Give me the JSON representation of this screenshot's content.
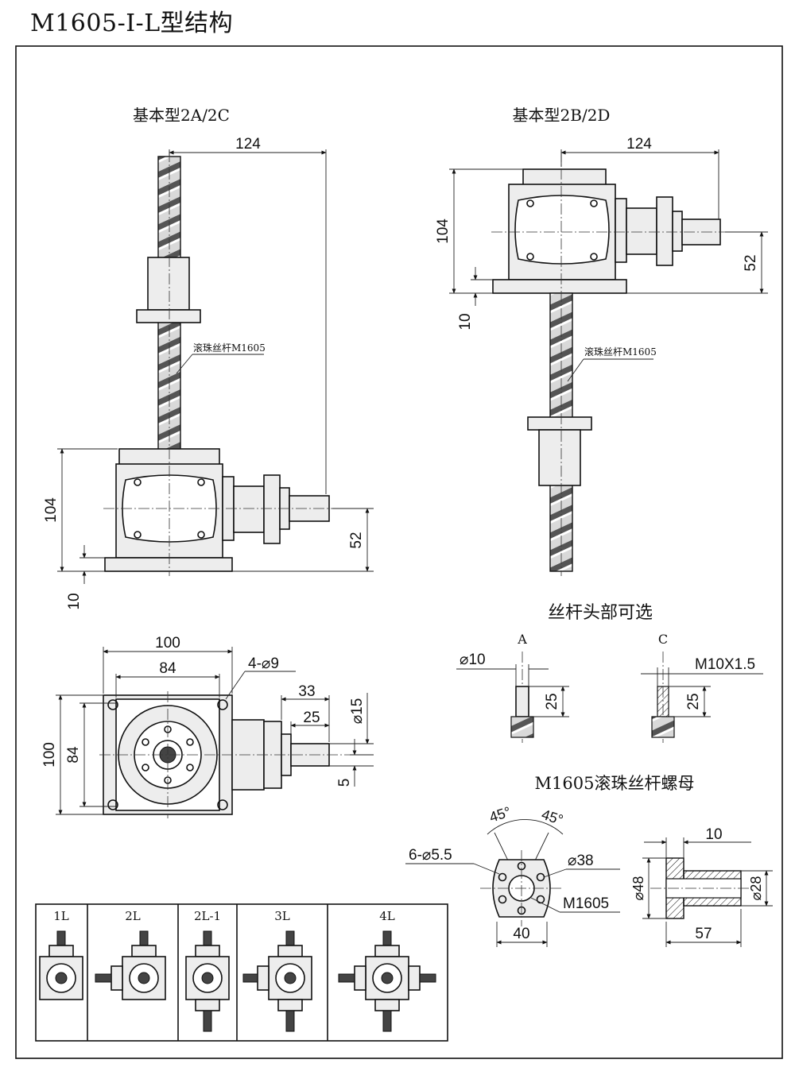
{
  "title": "M1605-I-L型结构",
  "views": {
    "left_title": "基本型2A/2C",
    "right_title": "基本型2B/2D",
    "screw_label_left": "滚珠丝杆M1605",
    "screw_label_right": "滚珠丝杆M1605"
  },
  "dims": {
    "left_width": "124",
    "left_height": "104",
    "left_shaft_height": "52",
    "left_base": "10",
    "right_width": "124",
    "right_height": "104",
    "right_shaft_height": "52",
    "right_base": "10",
    "plan_outer_width": "100",
    "plan_inner_width": "84",
    "plan_holes": "4-⌀9",
    "plan_outer_height": "100",
    "plan_inner_height": "84",
    "shaft_len1": "33",
    "shaft_len2": "25",
    "shaft_dia": "⌀15",
    "key_width": "5"
  },
  "screw_head": {
    "title": "丝杆头部可选",
    "option_a": "A",
    "option_c": "C",
    "a_dia": "⌀10",
    "a_len": "25",
    "c_thread": "M10X1.5",
    "c_len": "25"
  },
  "nut": {
    "title": "M1605滚珠丝杆螺母",
    "angle1": "45°",
    "angle2": "45°",
    "holes": "6-⌀5.5",
    "pcd": "⌀38",
    "thread": "M1605",
    "flange_flat": "40",
    "side_flange_thk": "10",
    "side_outer_dia": "⌀48",
    "side_body_dia": "⌀28",
    "side_length": "57"
  },
  "layouts": [
    "1L",
    "2L",
    "2L-1",
    "3L",
    "4L"
  ]
}
